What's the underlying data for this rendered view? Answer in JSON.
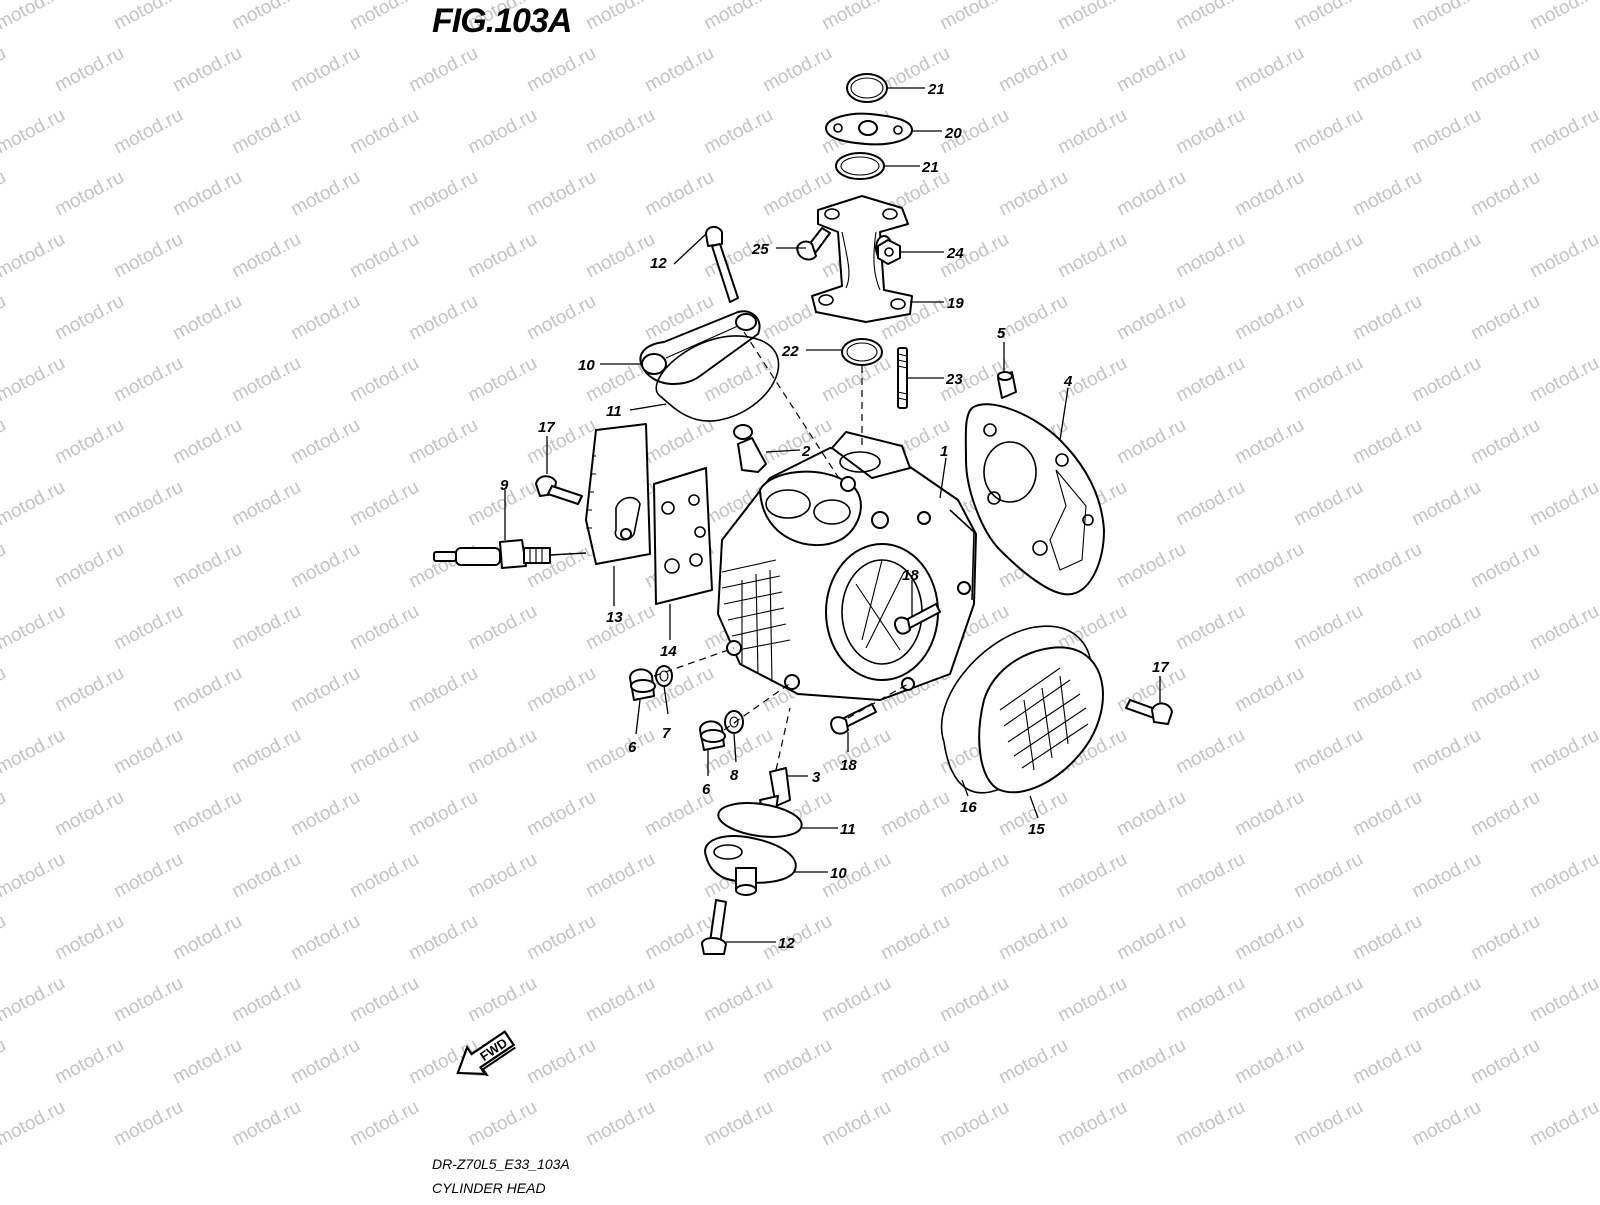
{
  "figure": {
    "title": "FIG.103A",
    "code": "DR-Z70L5_E33_103A",
    "name": "CYLINDER HEAD",
    "fwd_label": "FWD"
  },
  "watermark": {
    "text": "motod.ru"
  },
  "callouts": [
    {
      "id": "c21a",
      "label": "21"
    },
    {
      "id": "c20",
      "label": "20"
    },
    {
      "id": "c21b",
      "label": "21"
    },
    {
      "id": "c25",
      "label": "25"
    },
    {
      "id": "c24",
      "label": "24"
    },
    {
      "id": "c12a",
      "label": "12"
    },
    {
      "id": "c19",
      "label": "19"
    },
    {
      "id": "c5",
      "label": "5"
    },
    {
      "id": "c10a",
      "label": "10"
    },
    {
      "id": "c22",
      "label": "22"
    },
    {
      "id": "c23",
      "label": "23"
    },
    {
      "id": "c4",
      "label": "4"
    },
    {
      "id": "c11a",
      "label": "11"
    },
    {
      "id": "c17a",
      "label": "17"
    },
    {
      "id": "c2",
      "label": "2"
    },
    {
      "id": "c1",
      "label": "1"
    },
    {
      "id": "c9",
      "label": "9"
    },
    {
      "id": "c18a",
      "label": "18"
    },
    {
      "id": "c13",
      "label": "13"
    },
    {
      "id": "c14",
      "label": "14"
    },
    {
      "id": "c17b",
      "label": "17"
    },
    {
      "id": "c6a",
      "label": "6"
    },
    {
      "id": "c7",
      "label": "7"
    },
    {
      "id": "c18b",
      "label": "18"
    },
    {
      "id": "c6b",
      "label": "6"
    },
    {
      "id": "c8",
      "label": "8"
    },
    {
      "id": "c3",
      "label": "3"
    },
    {
      "id": "c16",
      "label": "16"
    },
    {
      "id": "c15",
      "label": "15"
    },
    {
      "id": "c11b",
      "label": "11"
    },
    {
      "id": "c10b",
      "label": "10"
    },
    {
      "id": "c12b",
      "label": "12"
    }
  ]
}
